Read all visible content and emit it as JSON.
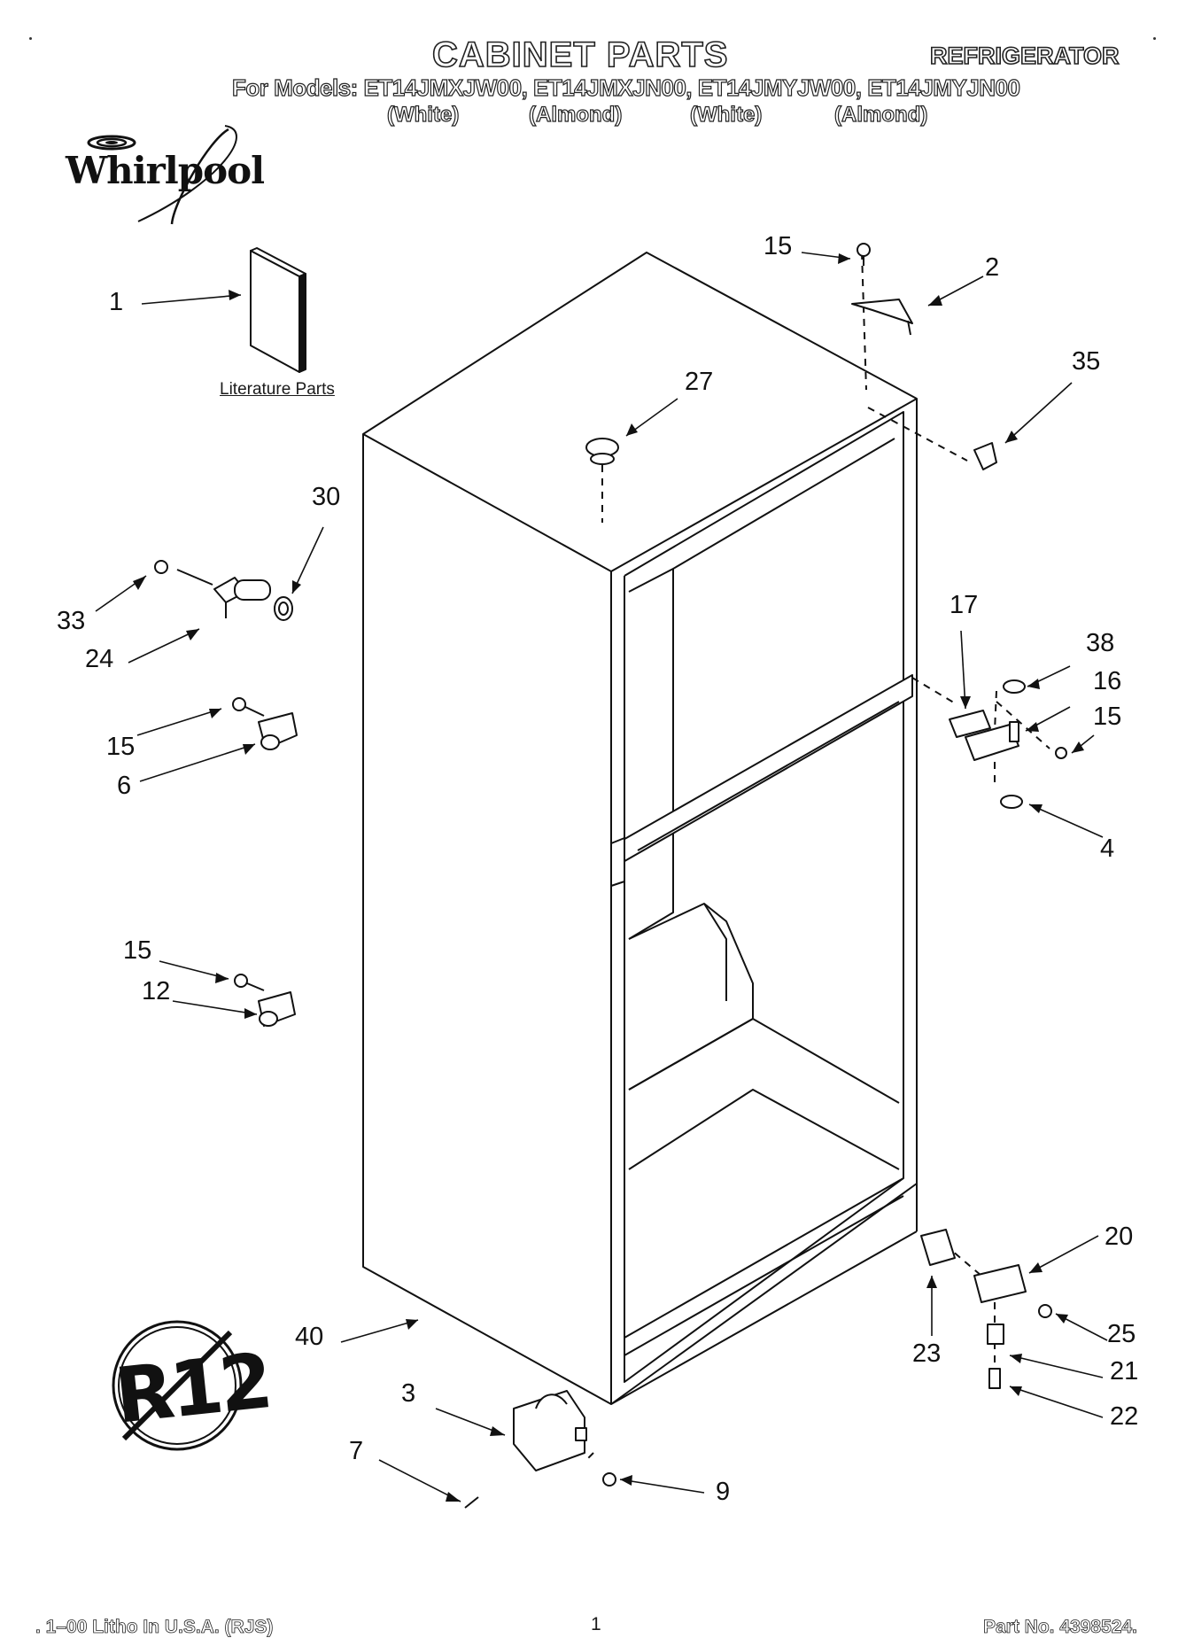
{
  "header": {
    "title": "CABINET PARTS",
    "category": "REFRIGERATOR",
    "models_line": "For Models: ET14JMXJW00, ET14JMXJN00, ET14JMYJW00, ET14JMYJN00",
    "variants": [
      "(White)",
      "(Almond)",
      "(White)",
      "(Almond)"
    ]
  },
  "brand": {
    "logo_text": "Whirlpool"
  },
  "literature_label": "Literature Parts",
  "r12_badge": {
    "text": "R12"
  },
  "callouts": [
    "1",
    "15",
    "2",
    "35",
    "27",
    "30",
    "33",
    "24",
    "15",
    "6",
    "17",
    "38",
    "16",
    "15",
    "4",
    "15",
    "12",
    "20",
    "40",
    "23",
    "25",
    "21",
    "22",
    "3",
    "7",
    "9"
  ],
  "footer": {
    "left": ". 1–00 Litho In U.S.A. (RJS)",
    "page": "1",
    "right": "Part No. 4398524."
  },
  "colors": {
    "ink": "#1a1a1a",
    "paper": "#ffffff"
  }
}
